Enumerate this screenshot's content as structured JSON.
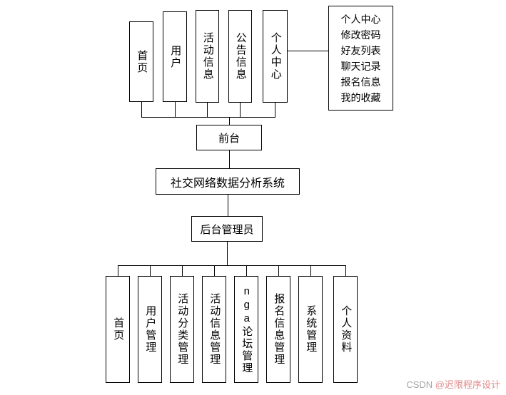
{
  "diagram": {
    "root_label": "社交网络数据分析系统",
    "front": {
      "hub_label": "前台",
      "nodes": [
        "首页",
        "用户",
        "活动信息",
        "公告信息",
        "个人中心"
      ]
    },
    "personal_center_menu": {
      "items": [
        "个人中心",
        "修改密码",
        "好友列表",
        "聊天记录",
        "报名信息",
        "我的收藏"
      ]
    },
    "admin": {
      "hub_label": "后台管理员",
      "nodes": [
        "首页",
        "用户管理",
        "活动分类管理",
        "活动信息管理",
        "nga论坛管理",
        "报名信息管理",
        "系统管理",
        "个人资料"
      ]
    },
    "watermark": {
      "site": "CSDN ",
      "handle": "@迟限程序设计"
    },
    "colors": {
      "line": "#000000",
      "box_border": "#000000",
      "watermark_site": "#a6a6a6",
      "watermark_handle": "#e28b8b"
    }
  }
}
